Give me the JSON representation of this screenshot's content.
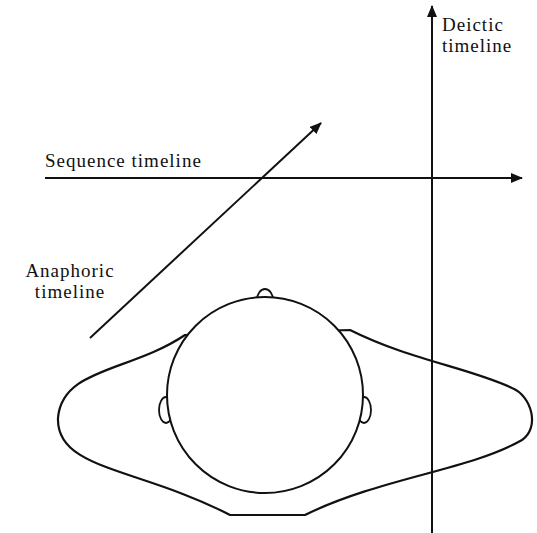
{
  "diagram": {
    "labels": [
      "Deictic timeline",
      "Sequence timeline",
      "Anaphoric timeline"
    ]
  }
}
